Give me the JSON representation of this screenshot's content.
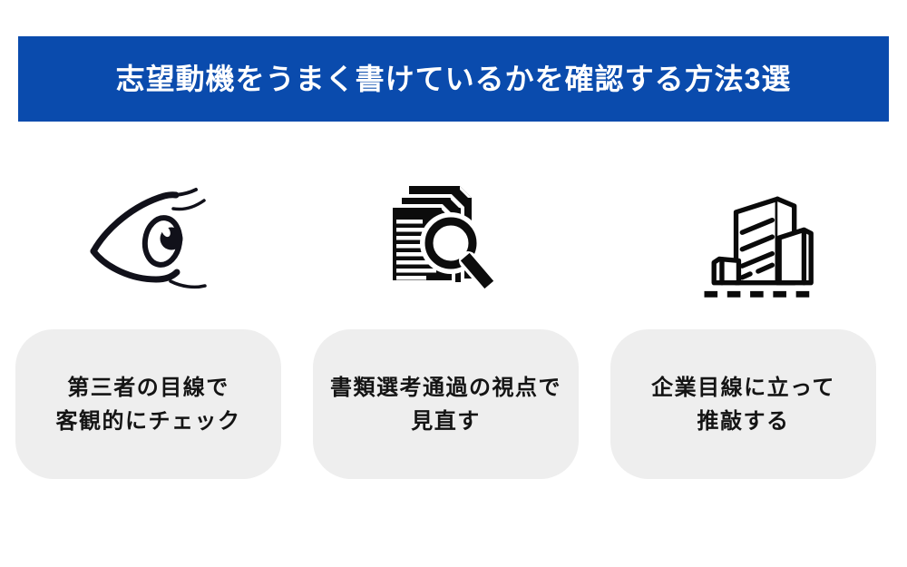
{
  "banner": {
    "title": "志望動機をうまく書けているかを確認する方法3選",
    "bg_color": "#0a4bad",
    "text_color": "#ffffff"
  },
  "items": [
    {
      "icon": "eye-icon",
      "lines": [
        "第三者の目線で",
        "客観的にチェック"
      ]
    },
    {
      "icon": "documents-magnifier-icon",
      "lines": [
        "書類選考通過の視点で",
        "見直す"
      ]
    },
    {
      "icon": "office-buildings-icon",
      "lines": [
        "企業目線に立って",
        "推敲する"
      ]
    }
  ],
  "card": {
    "bg_color": "#eeeeee",
    "text_color": "#141414"
  },
  "icon_color": "#11111a"
}
